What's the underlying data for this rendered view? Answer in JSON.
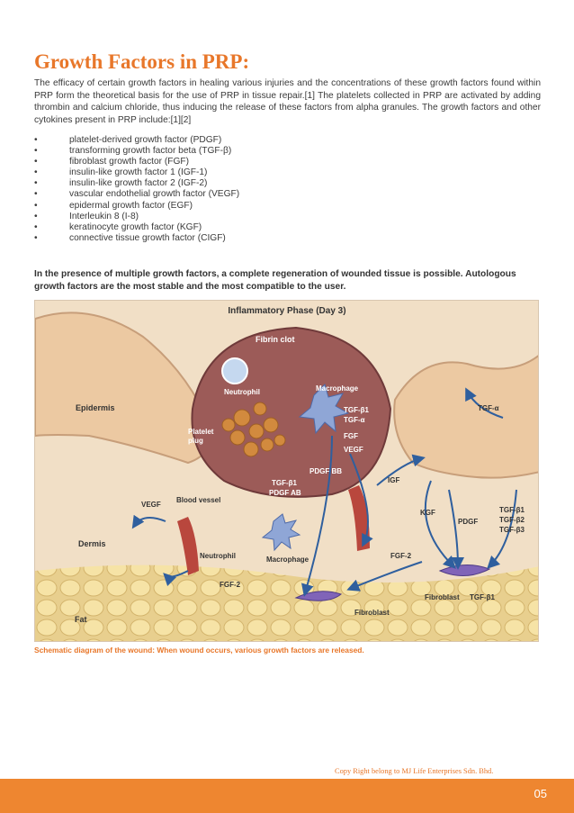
{
  "title": "Growth Factors in PRP:",
  "intro": "The efficacy of certain growth factors in healing various injuries and the concentrations of these growth factors found within PRP form the theoretical basis for the use of PRP in tissue repair.[1] The platelets collected in PRP are activated by adding thrombin and calcium chloride, thus inducing the release of these factors from alpha granules. The growth factors and other cytokines present in PRP include:[1][2]",
  "bullet_char": "•",
  "bullets": [
    "platelet-derived growth factor  (PDGF)",
    "transforming growth factor beta  (TGF-β)",
    "fibroblast growth factor  (FGF)",
    "insulin-like growth factor 1 (IGF-1)",
    "insulin-like growth factor 2 (IGF-2)",
    "vascular endothelial growth factor (VEGF)",
    "epidermal growth factor (EGF)",
    "Interleukin 8 (I-8)",
    "keratinocyte growth factor (KGF)",
    "connective tissue growth factor (CIGF)"
  ],
  "emphasis": "In the presence of multiple growth factors, a complete regeneration of wounded tissue is possible. Autologous growth factors are the most stable and the most compatible to the user.",
  "figure": {
    "heading": "Inflammatory Phase (Day 3)",
    "labels": {
      "fibrin_clot": "Fibrin clot",
      "neutrophil_top": "Neutrophil",
      "macrophage_top": "Macrophage",
      "tgf_b1_a": "TGF-β1",
      "tgf_a_a": "TGF-α",
      "fgf": "FGF",
      "vegf_a": "VEGF",
      "platelet_plug": "Platelet\nplug",
      "pdgf_bb": "PDGF BB",
      "tgf_b1_b": "TGF-β1",
      "pdgf_ab": "PDGF AB",
      "epidermis": "Epidermis",
      "tgf_a_b": "TGF-α",
      "igf": "IGF",
      "blood_vessel": "Blood vessel",
      "vegf_b": "VEGF",
      "kgf": "KGF",
      "pdgf": "PDGF",
      "tgf_b1_c": "TGF-β1",
      "tgf_b2": "TGF-β2",
      "tgf_b3": "TGF-β3",
      "dermis": "Dermis",
      "neutrophil_bottom": "Neutrophil",
      "macrophage_bottom": "Macrophage",
      "fgf2_a": "FGF-2",
      "fgf2_b": "FGF-2",
      "fibroblast_a": "Fibroblast",
      "tgf_b1_d": "TGF-β1",
      "fibroblast_b": "Fibroblast",
      "fat": "Fat"
    }
  },
  "caption": "Schematic diagram of the wound: When wound occurs, various growth factors are released.",
  "copyright": "Copy Right belong to MJ Life Enterprises Sdn. Bhd.",
  "page_number": "05",
  "colors": {
    "accent": "#e8772a",
    "footer": "#ee8630"
  }
}
